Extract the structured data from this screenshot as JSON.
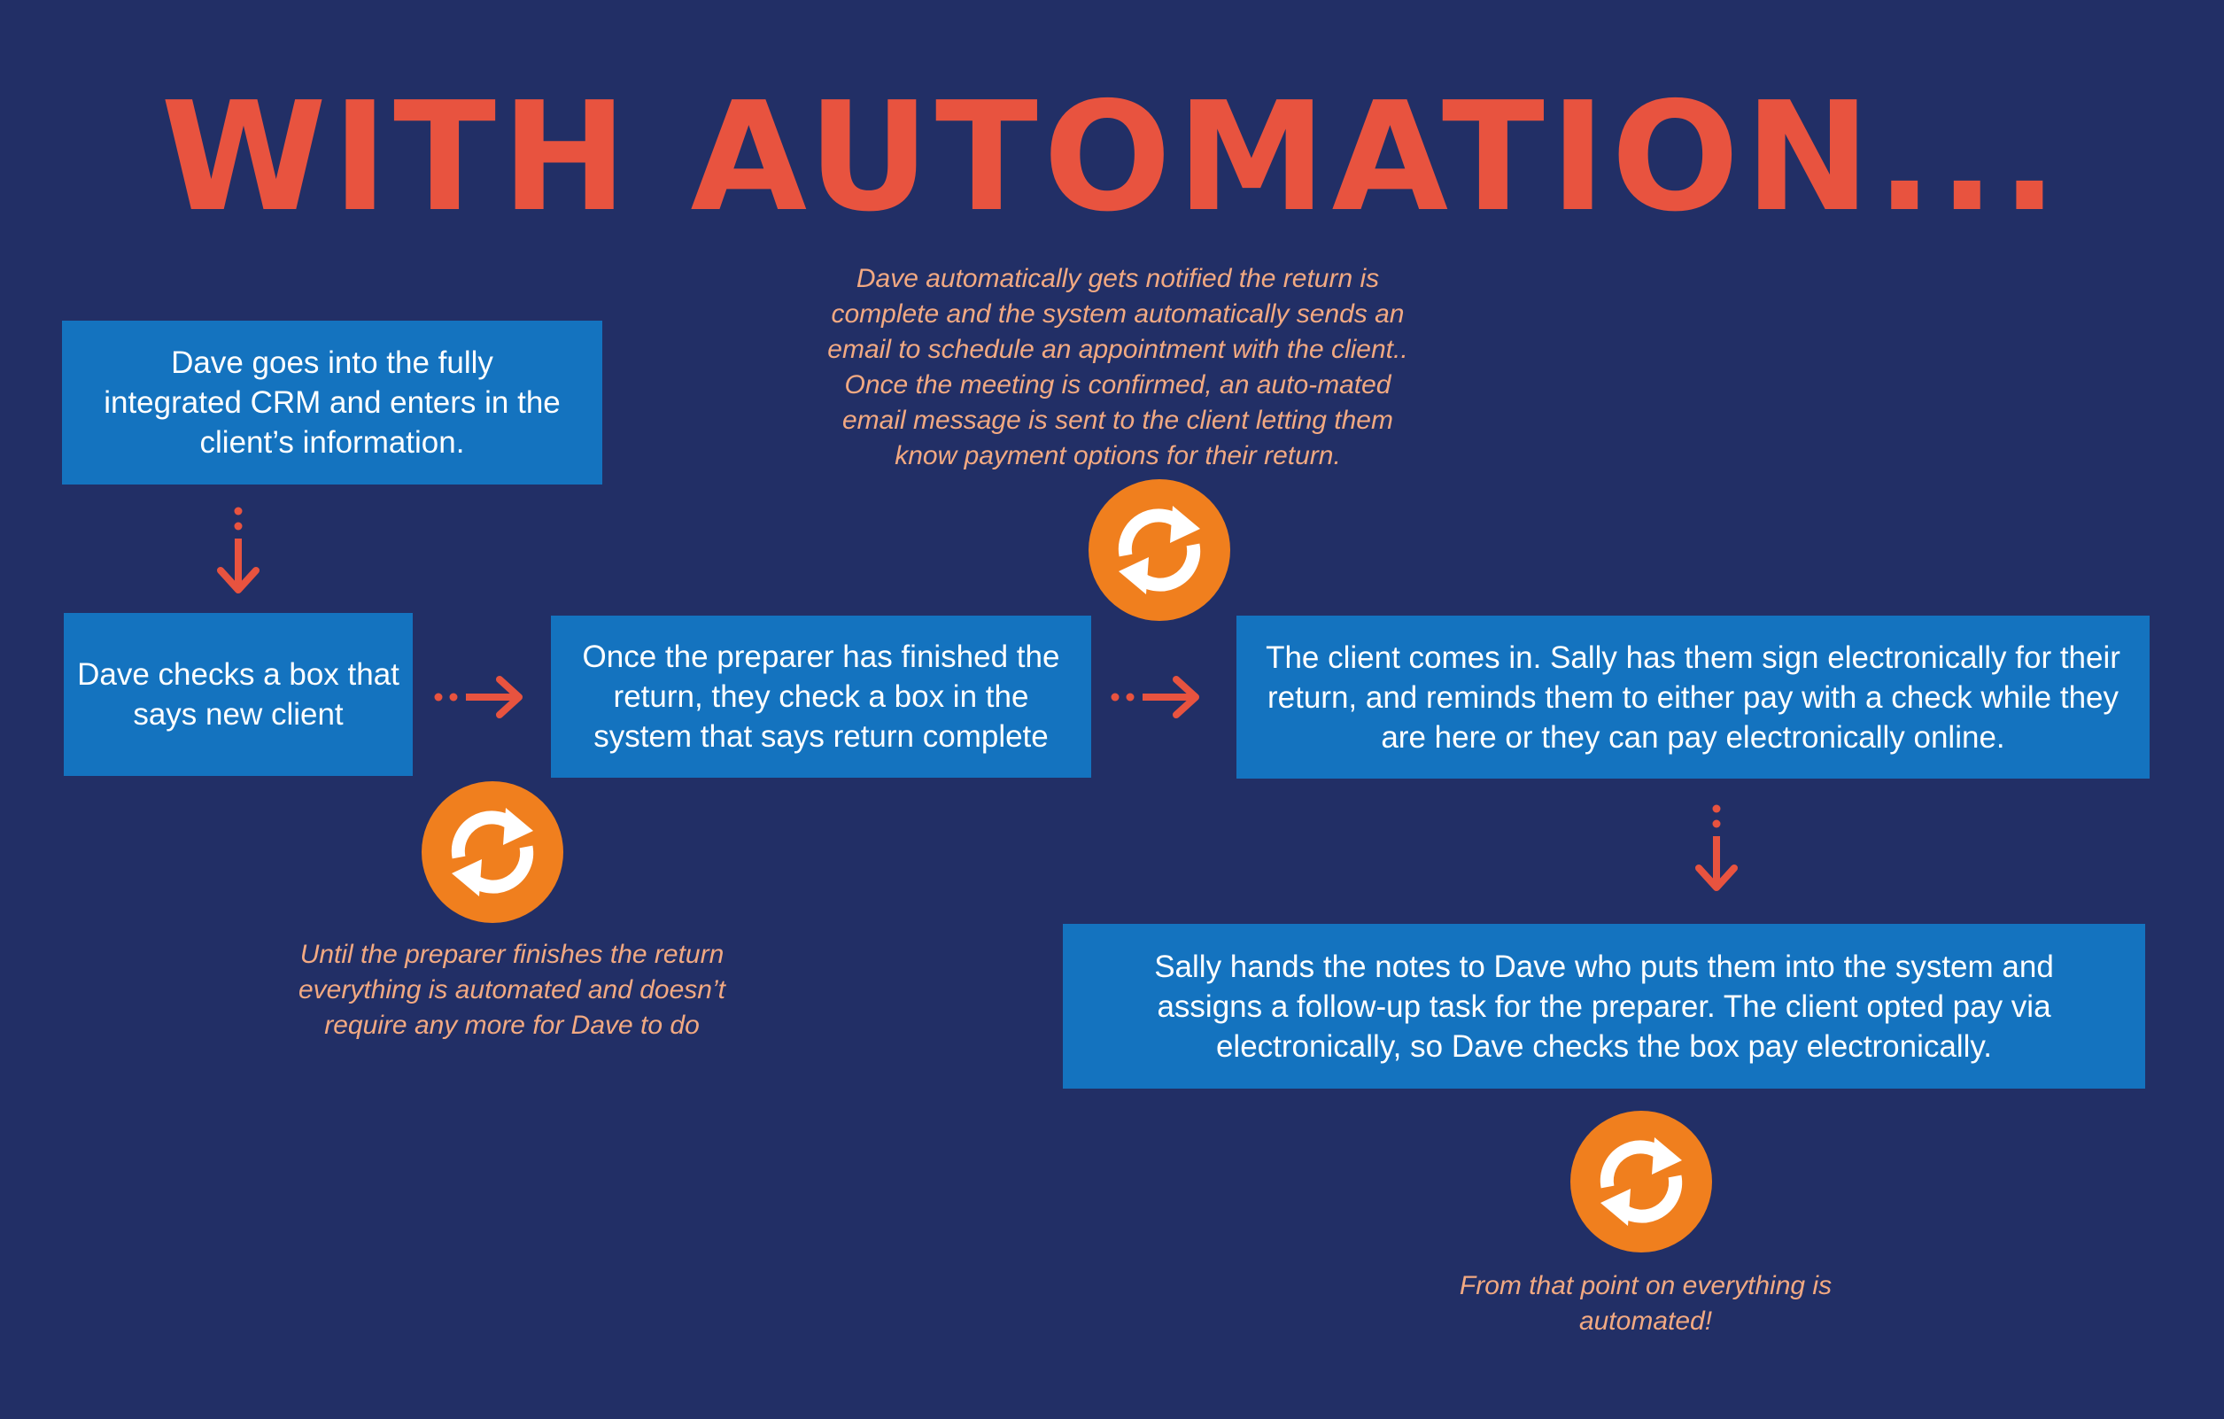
{
  "title": "WITH AUTOMATION...",
  "colors": {
    "background": "#222f66",
    "box": "#1473bf",
    "title": "#e8533f",
    "note": "#f2a982",
    "cycle_icon": "#f07f1e",
    "arrow": "#e8533f"
  },
  "steps": {
    "enter_crm": "Dave goes into the fully integrated CRM and enters in the client’s information.",
    "new_client": "Dave checks a box that says new client",
    "return_complete": "Once the preparer has finished the return, they check a box in the system that says return complete",
    "client_visit": "The client comes in. Sally has them sign electronically for their return, and reminds them to either pay with a check while they are here or they can pay electronically online.",
    "follow_up": "Sally hands the notes to Dave who puts them into the system and assigns a follow-up task for the preparer. The client opted pay via electronically, so Dave checks the box pay electronically."
  },
  "notes": {
    "notified": "Dave automatically gets notified the return is complete and the system automatically sends an email to schedule an appointment with the client.. Once the meeting is confirmed, an auto-mated email message is sent to the client letting them know payment options for their return.",
    "until_preparer": "Until the preparer finishes the return everything is automated and doesn’t require any more for Dave to do",
    "from_that_point": "From that point on everything is automated!"
  },
  "icons": {
    "cycle": "refresh-cycle-icon",
    "arrow_down": "dotted-arrow-down-icon",
    "arrow_right": "dotted-arrow-right-icon"
  }
}
